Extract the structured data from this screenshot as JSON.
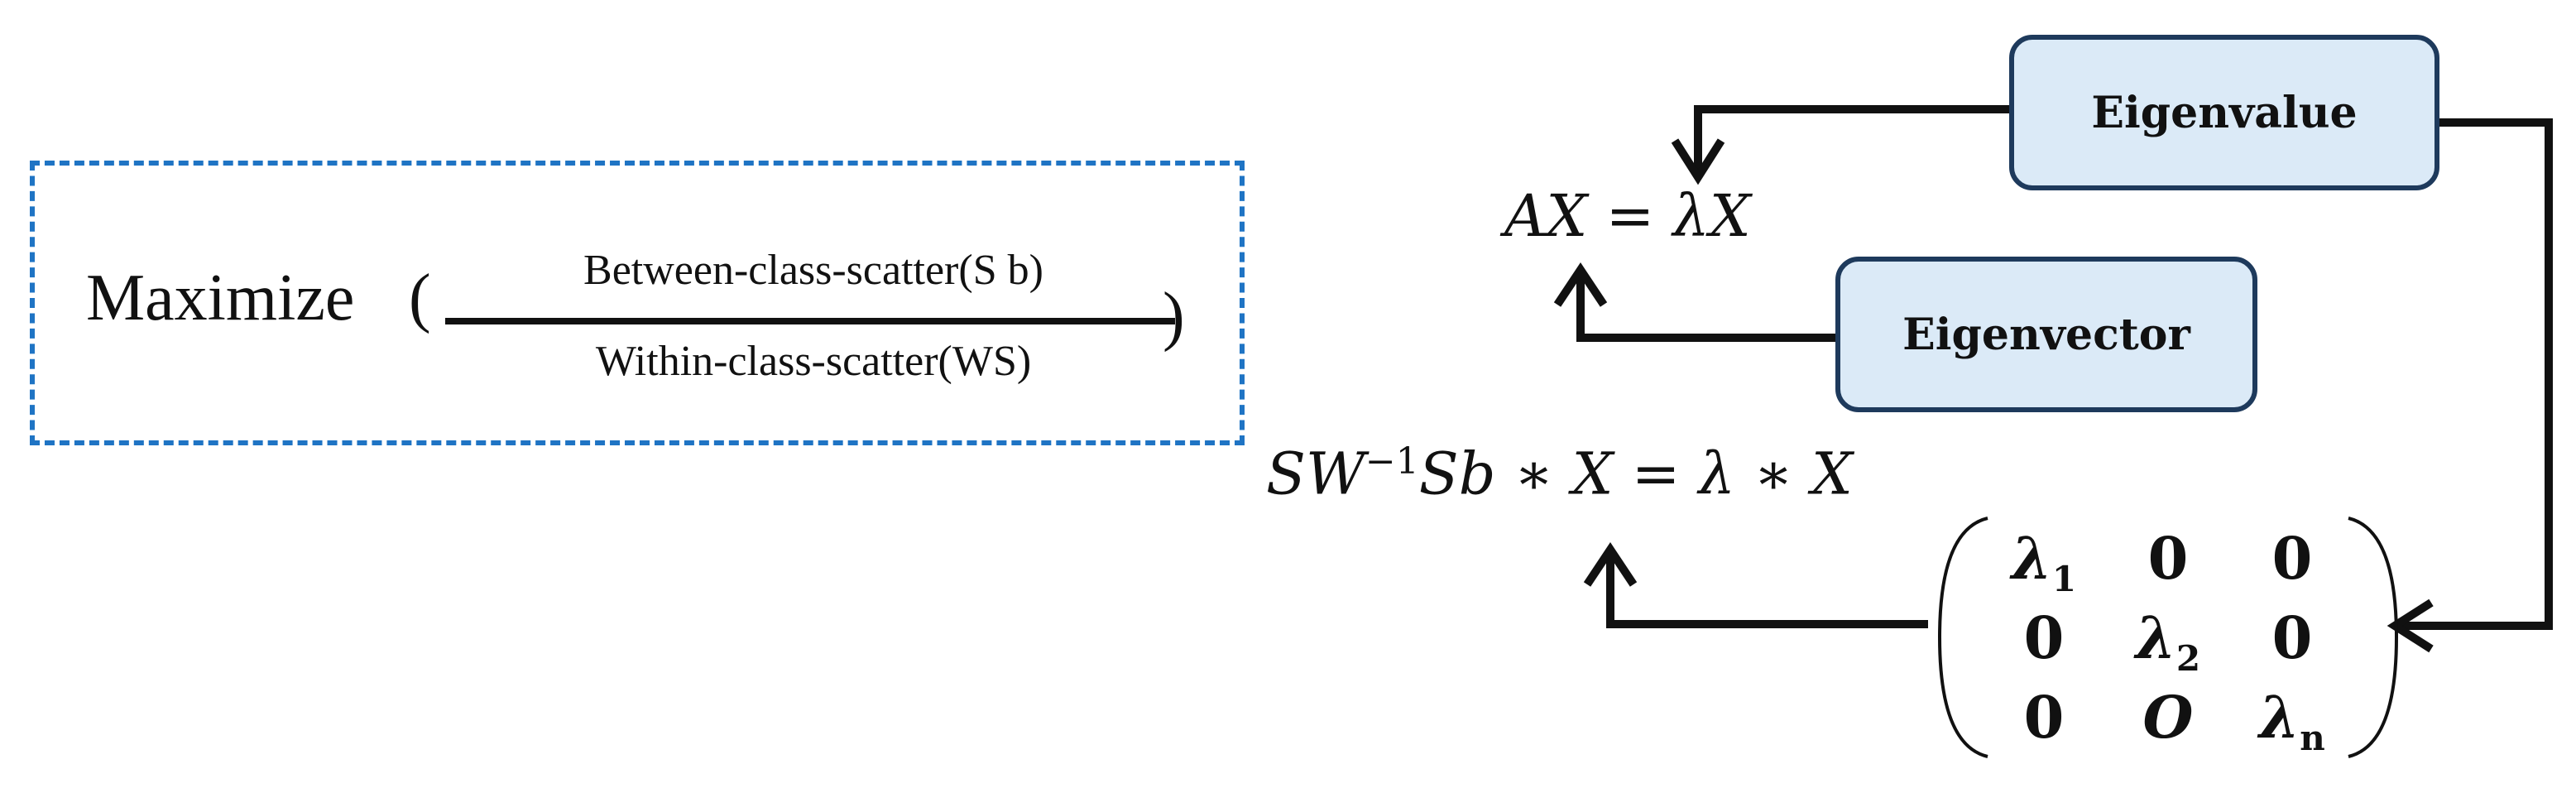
{
  "objective": {
    "maximize_label": "Maximize",
    "open_paren": "(",
    "close_paren": ")",
    "numerator": "Between-class-scatter(S b)",
    "denominator": "Within-class-scatter(WS)"
  },
  "nodes": {
    "eigenvalue": "Eigenvalue",
    "eigenvector": "Eigenvector"
  },
  "equations": {
    "eigen_eq": "AX = λX",
    "lda_eq_prefix": "SW",
    "lda_eq_exp": "−1",
    "lda_eq_suffix": "Sb ∗ X = λ ∗ X"
  },
  "matrix": {
    "rows": [
      [
        {
          "base": "λ",
          "sub": "1"
        },
        {
          "base": "0",
          "sub": ""
        },
        {
          "base": "0",
          "sub": ""
        }
      ],
      [
        {
          "base": "0",
          "sub": ""
        },
        {
          "base": "λ",
          "sub": "2"
        },
        {
          "base": "0",
          "sub": ""
        }
      ],
      [
        {
          "base": "0",
          "sub": ""
        },
        {
          "base": "O",
          "sub": ""
        },
        {
          "base": "λ",
          "sub": "n"
        }
      ]
    ]
  },
  "colors": {
    "dashed_border": "#1f74c4",
    "node_fill": "#dbeaf7",
    "node_border": "#1e3a5c",
    "ink": "#111111"
  }
}
